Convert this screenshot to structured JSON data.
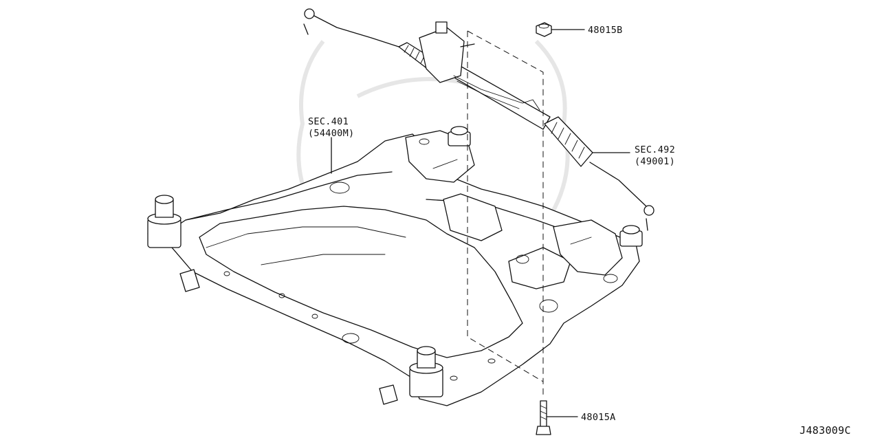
{
  "diagram": {
    "labels": {
      "nut": "48015B",
      "bolt": "48015A",
      "member_sec": "SEC.401",
      "member_part": "(54400M)",
      "gear_sec": "SEC.492",
      "gear_part": "(49001)"
    },
    "code": "J483009C"
  }
}
